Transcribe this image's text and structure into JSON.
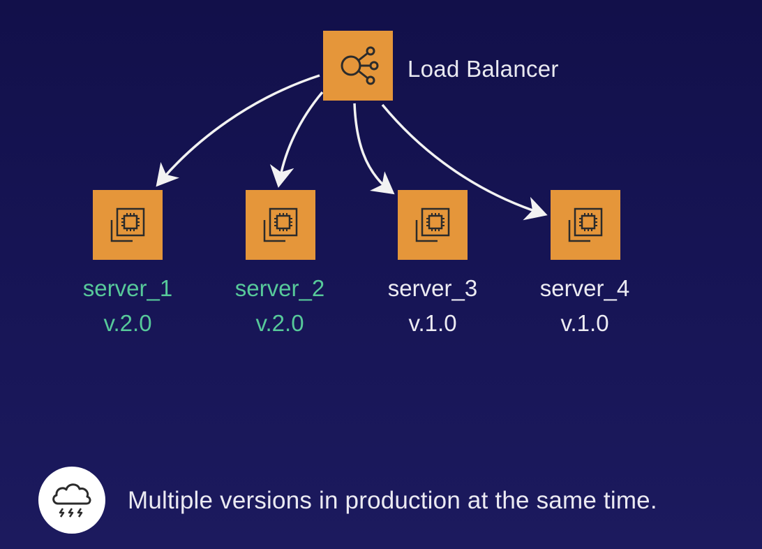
{
  "colors": {
    "background": "#16144f",
    "node_fill": "#e5963a",
    "icon_stroke": "#2b2b2b",
    "arrow": "#f2f2f2",
    "new_version_text": "#57c99a",
    "old_version_text": "#ecebf2"
  },
  "load_balancer": {
    "label": "Load Balancer",
    "icon": "load-balancer-icon"
  },
  "servers": [
    {
      "name": "server_1",
      "version": "v.2.0",
      "icon": "ec2-instance-icon",
      "status": "new"
    },
    {
      "name": "server_2",
      "version": "v.2.0",
      "icon": "ec2-instance-icon",
      "status": "new"
    },
    {
      "name": "server_3",
      "version": "v.1.0",
      "icon": "ec2-instance-icon",
      "status": "old"
    },
    {
      "name": "server_4",
      "version": "v.1.0",
      "icon": "ec2-instance-icon",
      "status": "old"
    }
  ],
  "edges": [
    {
      "from": "Load Balancer",
      "to": "server_1"
    },
    {
      "from": "Load Balancer",
      "to": "server_2"
    },
    {
      "from": "Load Balancer",
      "to": "server_3"
    },
    {
      "from": "Load Balancer",
      "to": "server_4"
    }
  ],
  "footer": {
    "icon": "storm-cloud-icon",
    "text": "Multiple versions in production at the same time."
  }
}
